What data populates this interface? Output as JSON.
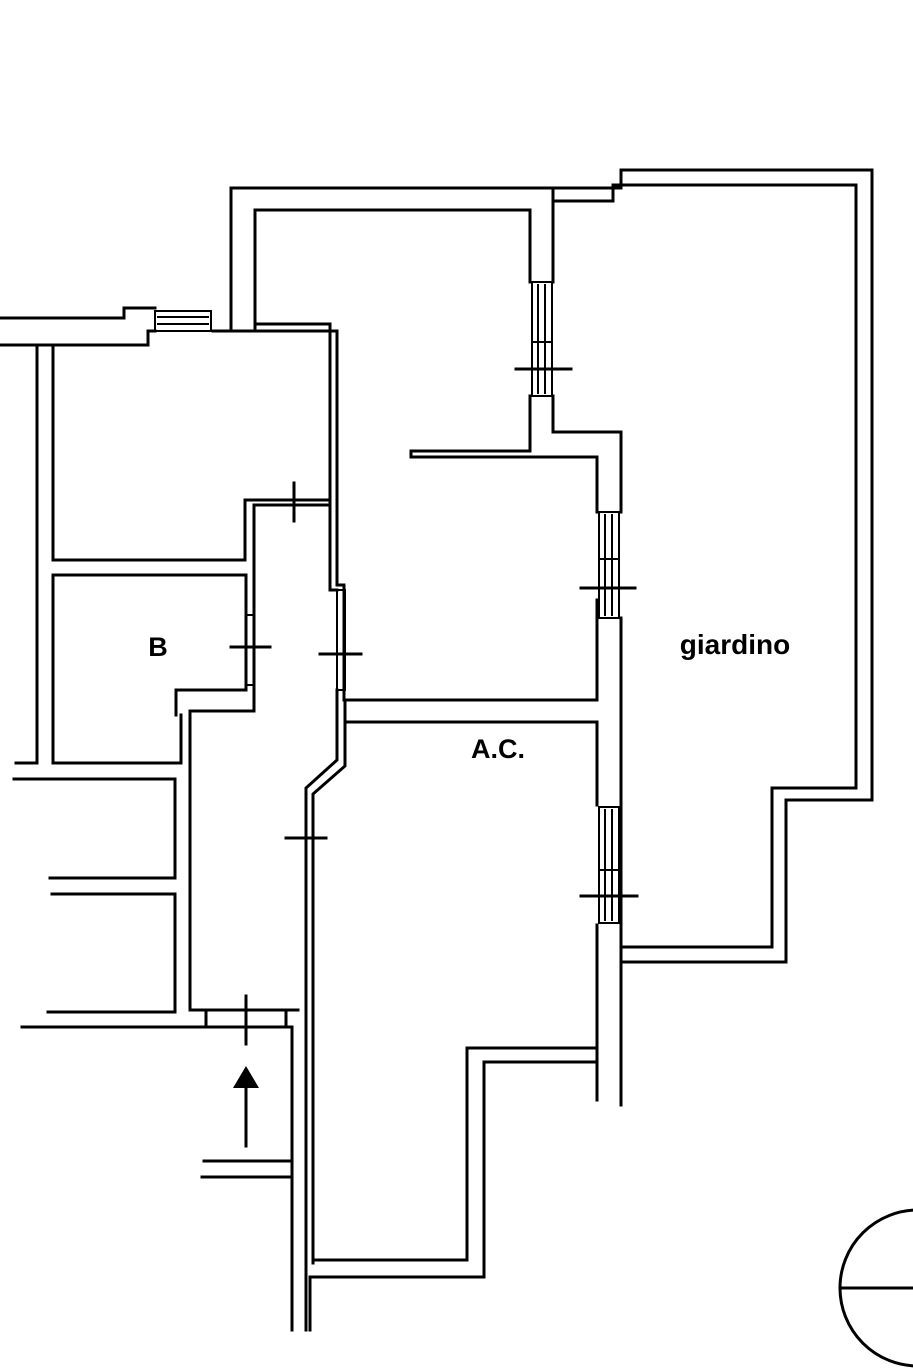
{
  "drawing": {
    "type": "floor-plan",
    "ink_color": "#000000",
    "paper_color": "#ffffff"
  },
  "rooms": {
    "b": {
      "label": "B"
    },
    "ac": {
      "label": "A.C."
    },
    "garden": {
      "label": "giardino"
    }
  },
  "symbols": {
    "entrance": {
      "icon": "entrance-arrow-icon",
      "direction": "up"
    },
    "north": {
      "icon": "north-compass-icon"
    }
  }
}
